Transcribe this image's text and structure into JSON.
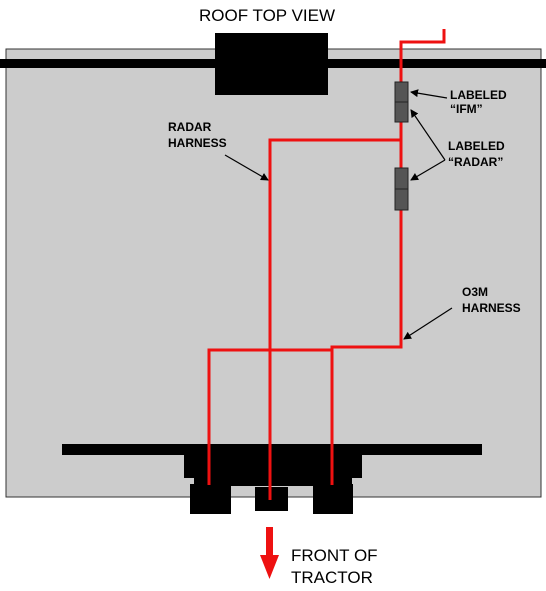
{
  "title": "ROOF TOP VIEW",
  "callouts": {
    "ifm": [
      "LABELED",
      "“IFM”"
    ],
    "radar_label": [
      "LABELED",
      "“RADAR”"
    ],
    "radar_harness": [
      "RADAR",
      "HARNESS"
    ],
    "o3m_harness": [
      "O3M",
      "HARNESS"
    ]
  },
  "front": [
    "FRONT OF",
    "TRACTOR"
  ],
  "colors": {
    "roof": "#cccccc",
    "harness": "#ee1111",
    "component": "#000000",
    "connector": "#555555",
    "arrow": "#ee1111"
  },
  "icons": {
    "front_arrow": "arrow-down-icon"
  }
}
